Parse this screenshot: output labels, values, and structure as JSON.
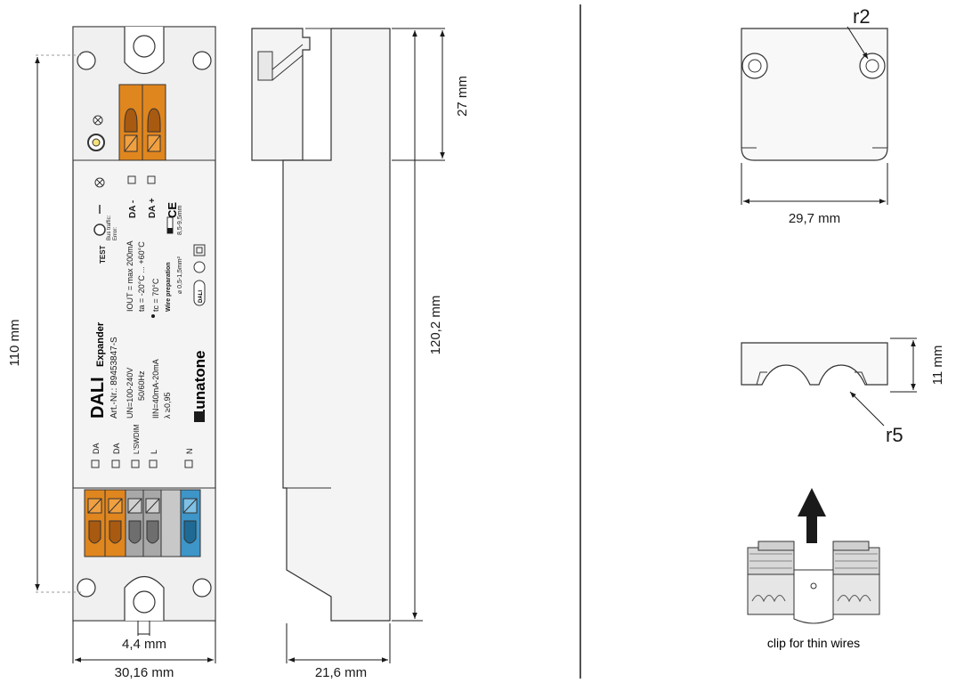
{
  "dimensions": {
    "height_110": "110 mm",
    "height_120": "120,2 mm",
    "width_30": "30,16 mm",
    "width_4": "4,4 mm",
    "depth_21": "21,6 mm",
    "top_27": "27 mm",
    "clip_width": "29,7 mm",
    "clip_height": "11 mm",
    "radius_r2": "r2",
    "radius_r5": "r5"
  },
  "clip_caption": "clip for thin wires",
  "label": {
    "brand": "Lunatone",
    "product_big": "DALI",
    "product_small": "Expander",
    "art_no": "Art.-Nr.: 89453847-S",
    "voltage": "UN=100-240V",
    "freq": "50/60Hz",
    "current_in": "IIN=40mA-20mA",
    "lambda": "λ ≥0,95",
    "iout": "IOUT = max 200mA",
    "ta": "ta = -20°C ... +60°C",
    "tc": "tc = 70°C",
    "wire_prep": "Wire preparation",
    "wire_size": "⌀ 0,5-1,5mm²",
    "strip": "8,5-9,5mm",
    "test": "TEST",
    "bus_traffic": "Bus traffic:",
    "error": "Error:",
    "da_minus": "DA -",
    "da_plus": "DA +",
    "ce": "CE",
    "dali_logo": "DALI",
    "terminals": [
      "DA",
      "DA",
      "L'SWDIM",
      "L",
      "N"
    ]
  },
  "colors": {
    "orange": "#e0861e",
    "orange_dark": "#a85a10",
    "gray_term": "#a8a8a8",
    "blue_term": "#3d95c8",
    "housing": "#f4f4f4",
    "line": "#333333"
  }
}
